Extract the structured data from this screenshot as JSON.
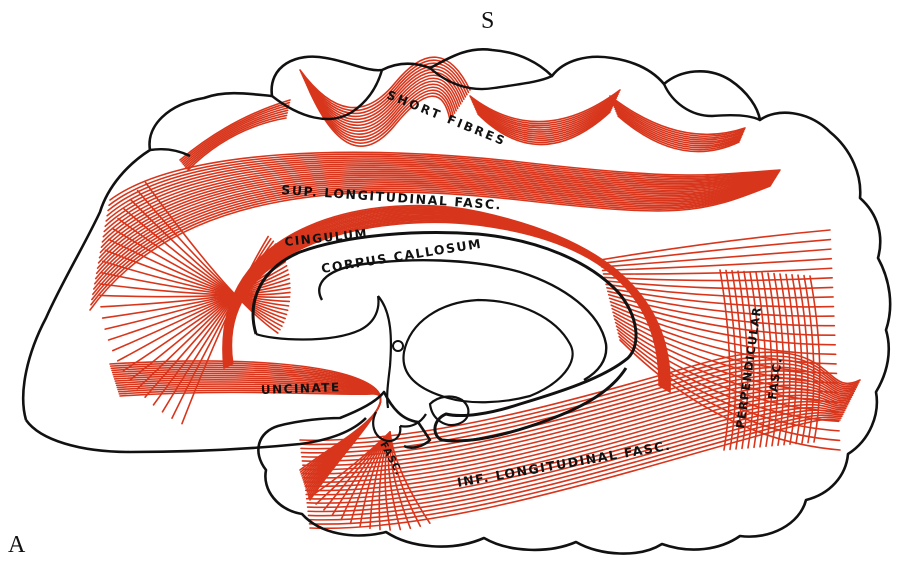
{
  "orientation": {
    "superior": "S",
    "anterior": "A"
  },
  "labels": {
    "short_fibres": "SHORT FIBRES",
    "sup_longitudinal": "SUP. LONGITUDINAL FASC.",
    "cingulum": "CINGULUM",
    "corpus_callosum": "CORPUS CALLOSUM",
    "uncinate": "UNCINATE",
    "inf_longitudinal": "INF. LONGITUDINAL FASC.",
    "perpendicular": "PERPENDICULAR",
    "fasc": "FASC.",
    "small_fasc": "FASC."
  },
  "colors": {
    "fibre": "#d8361c",
    "outline": "#111111",
    "background": "#ffffff"
  }
}
